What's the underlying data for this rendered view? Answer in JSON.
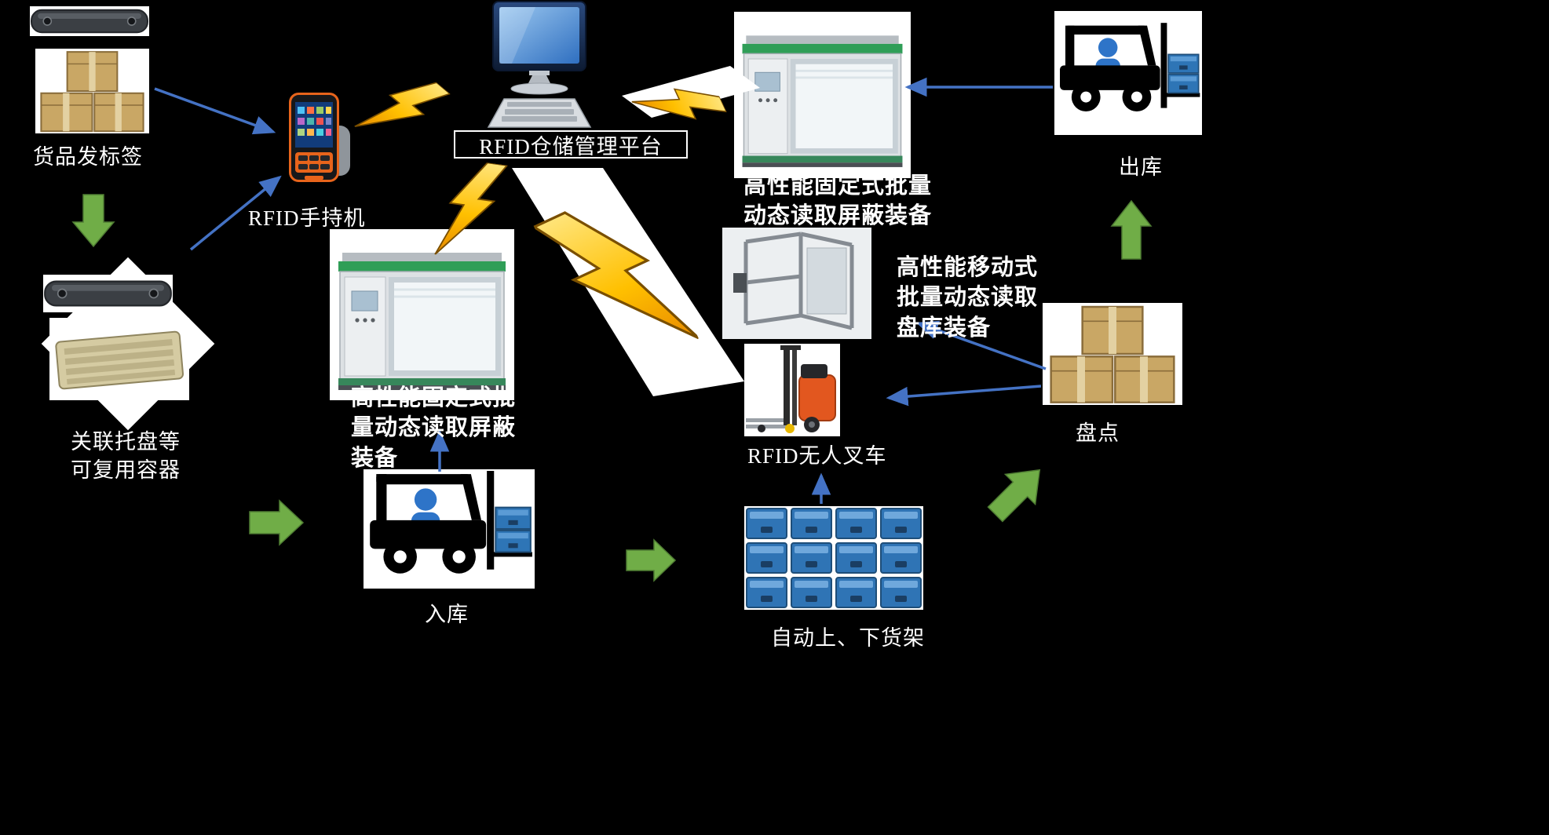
{
  "diagram": {
    "background": "#000000",
    "labels": {
      "goods_tagging": "货品发标签",
      "pallet_container": "关联托盘等\n可复用容器",
      "handheld": "RFID手持机",
      "platform": "RFID仓储管理平台",
      "fixed_reader_center": "高性能固定式批\n量动态读取屏蔽\n装备",
      "fixed_reader_right": "高性能固定式批量\n动态读取屏蔽装备",
      "mobile_reader": "高性能移动式\n批量动态读取\n盘库装备",
      "unmanned_forklift": "RFID无人叉车",
      "auto_shelving": "自动上、下货架",
      "inbound": "入库",
      "outbound": "出库",
      "stocktake": "盘点"
    },
    "colors": {
      "flow_arrow_green": "#70AD47",
      "link_arrow_blue": "#4472C4",
      "lightning_yellow": "#FFC000",
      "card_background": "#FFFFFF",
      "label_text": "#FFFFFF"
    },
    "illustrations": {
      "rfid_label_tag": "rfid-tag-icon",
      "goods_boxes": "carton-boxes-icon",
      "reusable_pallet": "pallet-tray-icon",
      "handheld_reader": "rfid-handheld-icon",
      "management_platform": "desktop-computer-icon",
      "fixed_reader_gate": "shielded-reader-cabinet-icon",
      "mobile_reader_frame": "gantry-frame-icon",
      "unmanned_forklift": "stacker-forklift-icon",
      "shelf_totes": "blue-tote-rack-icon",
      "forklift": "forklift-icon",
      "stock_boxes": "carton-boxes-icon"
    }
  }
}
